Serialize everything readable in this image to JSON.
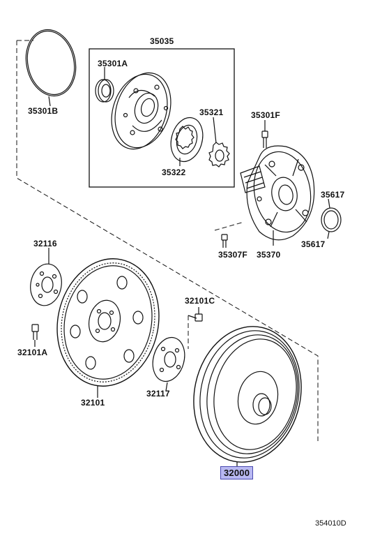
{
  "parts": {
    "p35035": "35035",
    "p35301A": "35301A",
    "p35301B": "35301B",
    "p35321": "35321",
    "p35322": "35322",
    "p35301F": "35301F",
    "p35617a": "35617",
    "p35617b": "35617",
    "p35307F": "35307F",
    "p35370": "35370",
    "p32116": "32116",
    "p32101C": "32101C",
    "p32101A": "32101A",
    "p32117": "32117",
    "p32101": "32101",
    "p32000": "32000"
  },
  "highlight_color": "#b9b9f2",
  "diagram_code": "354010D"
}
